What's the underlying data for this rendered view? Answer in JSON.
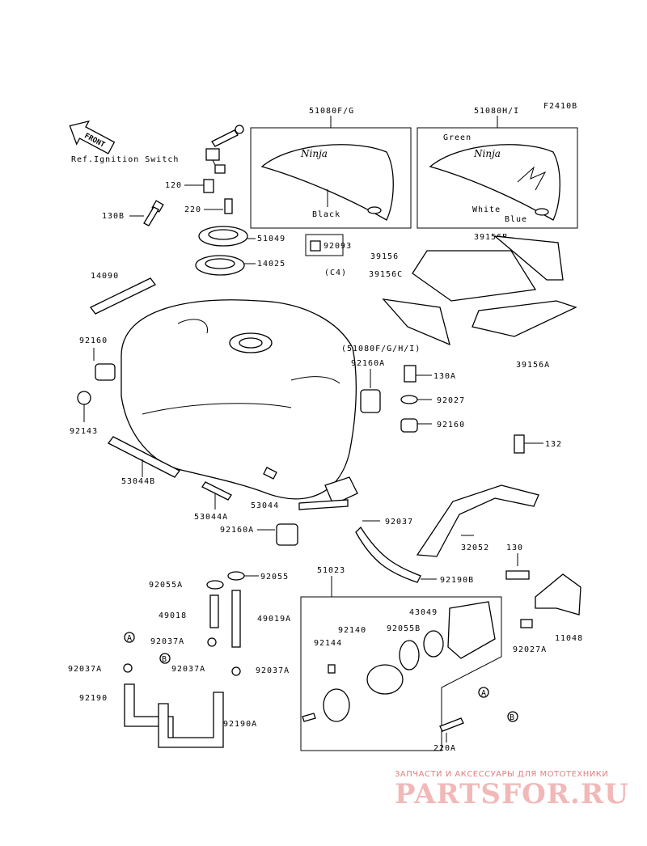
{
  "figure_code": "F2410B",
  "front_label": "FRONT",
  "ref_text": "Ref.Ignition Switch",
  "parts": {
    "p51080fg": "51080F/G",
    "p51080hi": "51080H/I",
    "black": "Black",
    "green": "Green",
    "white": "White",
    "blue": "Blue",
    "p120": "120",
    "p220": "220",
    "p130b": "130B",
    "p51049": "51049",
    "p92093": "92093",
    "c4": "(C4)",
    "p14025": "14025",
    "p14090": "14090",
    "p39156b": "39156B",
    "p39156": "39156",
    "p39156c": "39156C",
    "p39156a": "39156A",
    "p92160_l": "92160",
    "p92143": "92143",
    "tank": "(51080F/G/H/I)",
    "p92160a": "92160A",
    "p130a": "130A",
    "p92027": "92027",
    "p92160_r": "92160",
    "p132": "132",
    "p53044b": "53044B",
    "p53044a": "53044A",
    "p53044": "53044",
    "p92037": "92037",
    "p92160a_b": "92160A",
    "p32052": "32052",
    "p130": "130",
    "p92055a": "92055A",
    "p92055": "92055",
    "p51023": "51023",
    "p92190b": "92190B",
    "p49018": "49018",
    "p49019a": "49019A",
    "p43049": "43049",
    "p92140": "92140",
    "p92055b": "92055B",
    "p11048": "11048",
    "p92037a_1": "92037A",
    "p92144": "92144",
    "p92027a": "92027A",
    "a_mark": "A",
    "b_mark": "B",
    "p92037a_2": "92037A",
    "p92037a_3": "92037A",
    "p92037a_4": "92037A",
    "p92190": "92190",
    "p92190a": "92190A",
    "p220a": "220A",
    "ninja": "Ninja"
  },
  "watermark": {
    "tagline": "ЗАПЧАСТИ И АКСЕССУАРЫ ДЛЯ МОТОТЕХНИКИ",
    "logo": "PARTSFOR.RU"
  }
}
